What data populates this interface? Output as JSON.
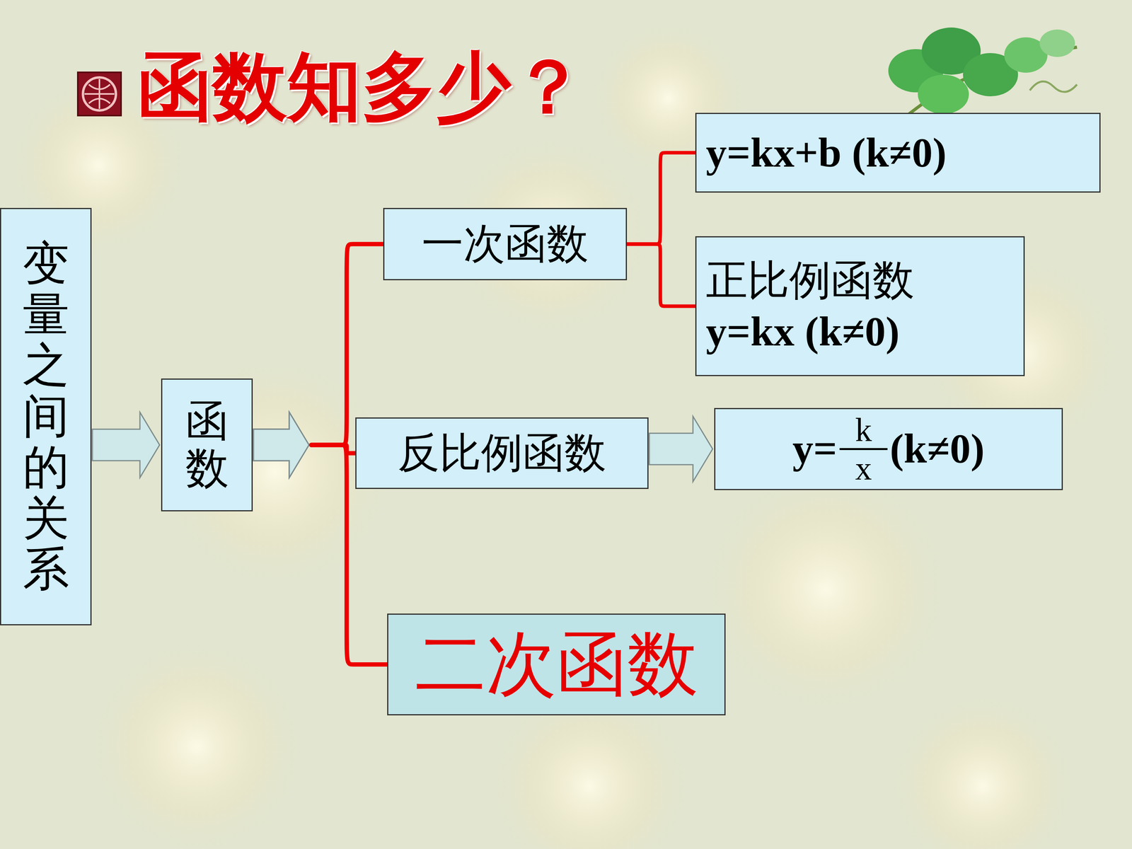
{
  "diagram": {
    "title": "函数知多少？",
    "nodes": [
      {
        "text": [
          "变量之间的关系"
        ]
      },
      {
        "text": [
          "函数"
        ]
      },
      {
        "text": [
          "一次函数"
        ]
      },
      {
        "text": [
          "y=kx+b (k≠0)"
        ]
      },
      {
        "text": [
          "正比例函数",
          "y=kx (k≠0)"
        ]
      },
      {
        "text": [
          "反比例函数"
        ]
      },
      {
        "text": [
          "y=",
          "k",
          "x",
          "(k≠0)"
        ]
      },
      {
        "text": [
          "二次函数"
        ]
      }
    ],
    "edges": [
      {
        "from": 0,
        "to": 1,
        "arrow": "to"
      },
      {
        "from": 1,
        "to": 2,
        "arrow": "to"
      },
      {
        "from": 1,
        "to": 5,
        "arrow": "to"
      },
      {
        "from": 1,
        "to": 7,
        "arrow": "to"
      },
      {
        "from": 2,
        "to": 3,
        "arrow": "none"
      },
      {
        "from": 2,
        "to": 4,
        "arrow": "none"
      },
      {
        "from": 5,
        "to": 6,
        "arrow": "to"
      }
    ]
  }
}
